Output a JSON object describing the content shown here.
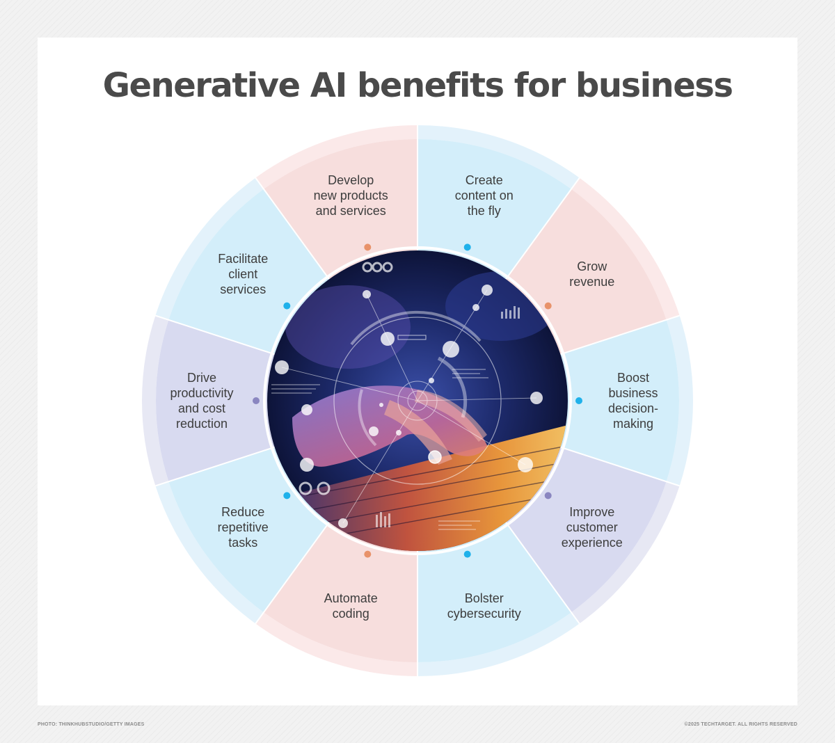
{
  "title": "Generative AI benefits for business",
  "segments": [
    {
      "label": "Create\ncontent on\nthe fly",
      "theme": "blue"
    },
    {
      "label": "Grow\nrevenue",
      "theme": "pink"
    },
    {
      "label": "Boost\nbusiness\ndecision-\nmaking",
      "theme": "blue"
    },
    {
      "label": "Improve\ncustomer\nexperience",
      "theme": "lavender"
    },
    {
      "label": "Bolster\ncybersecurity",
      "theme": "blue"
    },
    {
      "label": "Automate\ncoding",
      "theme": "pink"
    },
    {
      "label": "Reduce\nrepetitive\ntasks",
      "theme": "blue"
    },
    {
      "label": "Drive\nproductivity\nand cost\nreduction",
      "theme": "lavender"
    },
    {
      "label": "Facilitate\nclient\nservices",
      "theme": "blue"
    },
    {
      "label": "Develop\nnew products\nand services",
      "theme": "pink"
    }
  ],
  "colors": {
    "blue": {
      "outer": "#e3f2fb",
      "inner": "#d3eefa",
      "dot": "#1fb1ea"
    },
    "pink": {
      "outer": "#fbe9e9",
      "inner": "#f7dedd",
      "dot": "#e8926a"
    },
    "lavender": {
      "outer": "#e7e8f4",
      "inner": "#d8daf0",
      "dot": "#8a86c0"
    }
  },
  "center_image": {
    "icon": "hands-typing-on-keyboard-photo"
  },
  "footer": {
    "photo_credit": "PHOTO: THINKHUBSTUDIO/GETTY IMAGES",
    "copyright": "©2025 TECHTARGET. ALL RIGHTS RESERVED"
  }
}
